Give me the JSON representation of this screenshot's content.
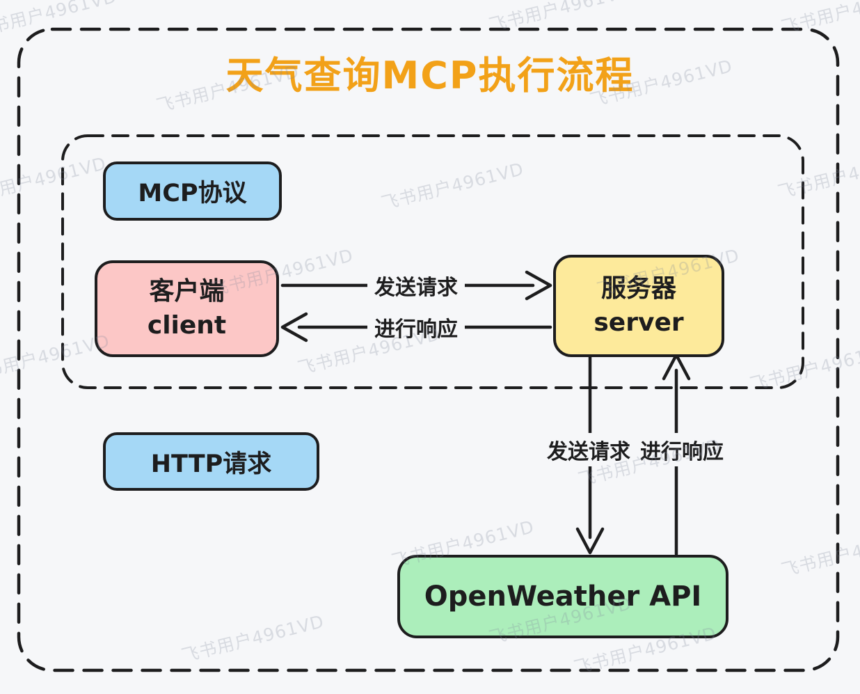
{
  "diagram": {
    "title": "天气查询MCP执行流程",
    "title_color": "#f2a118",
    "watermark_text": "飞书用户4961VD",
    "nodes": {
      "mcp_protocol": {
        "label": "MCP协议",
        "fill": "#a5d8f6"
      },
      "client": {
        "label_zh": "客户端",
        "label_en": "client",
        "fill": "#fcc7c6"
      },
      "server": {
        "label_zh": "服务器",
        "label_en": "server",
        "fill": "#fdea9b"
      },
      "http_request": {
        "label": "HTTP请求",
        "fill": "#a5d8f6"
      },
      "openweather_api": {
        "label": "OpenWeather API",
        "fill": "#aceebb"
      }
    },
    "edges": {
      "client_to_server": {
        "label": "发送请求",
        "direction": "right"
      },
      "server_to_client": {
        "label": "进行响应",
        "direction": "left"
      },
      "server_to_api": {
        "label": "发送请求",
        "direction": "down"
      },
      "api_to_server": {
        "label": "进行响应",
        "direction": "up"
      }
    },
    "colors": {
      "background": "#f6f7f9",
      "stroke": "#1d1d1e",
      "watermark": "#dfe1e8"
    }
  }
}
